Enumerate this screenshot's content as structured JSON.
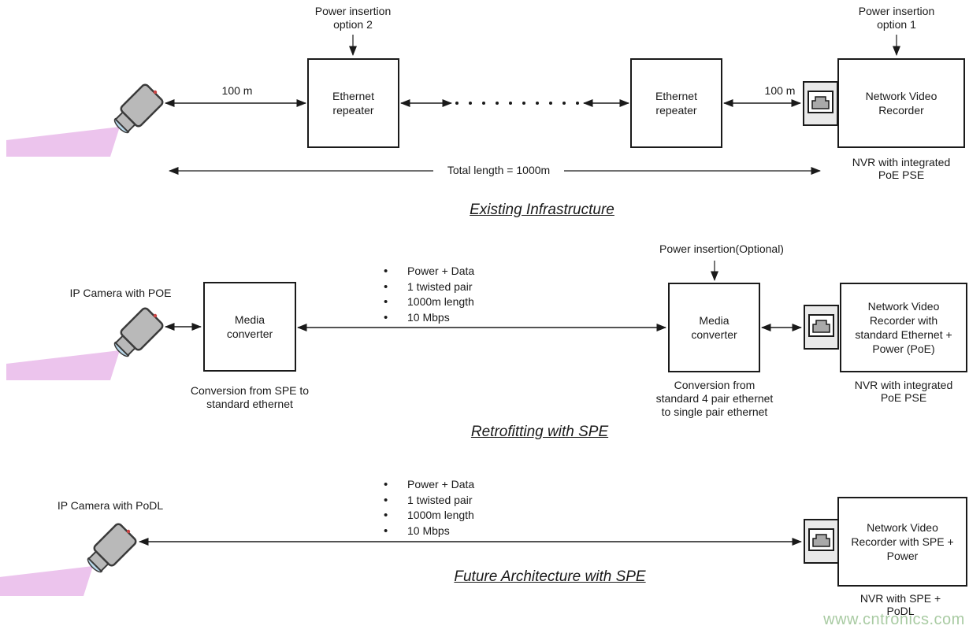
{
  "colors": {
    "line": "#1a1a1a",
    "camera_body": "#b9b9b9",
    "camera_beam": "#ecc4ed",
    "camera_lens": "#b8d8ea",
    "rj45_plug": "#a9a9a9",
    "watermark_green": "#a9cba3"
  },
  "existing": {
    "title": "Existing Infrastructure",
    "power_option_2": "Power insertion\noption 2",
    "power_option_1": "Power insertion\noption 1",
    "distance_camera_repeater": "100 m",
    "distance_repeater_nvr": "100 m",
    "repeater1_label": "Ethernet\nrepeater",
    "repeater2_label": "Ethernet\nrepeater",
    "nvr_label": "Network Video\nRecorder",
    "nvr_caption": "NVR with integrated\nPoE PSE",
    "total_length": "Total length = 1000m"
  },
  "retrofit": {
    "title": "Retrofitting with SPE",
    "camera_label": "IP Camera with POE",
    "mc1_label": "Media\nconverter",
    "mc1_caption": "Conversion from SPE to\nstandard ethernet",
    "power_optional": "Power insertion(Optional)",
    "mc2_label": "Media\nconverter",
    "mc2_caption": "Conversion from\nstandard 4 pair ethernet\nto single pair ethernet",
    "nvr_label": "Network Video\nRecorder with\nstandard Ethernet +\nPower (PoE)",
    "nvr_caption": "NVR with integrated\nPoE PSE",
    "specs": [
      "Power + Data",
      "1 twisted pair",
      "1000m length",
      "10 Mbps"
    ]
  },
  "future": {
    "title": "Future Architecture with SPE",
    "camera_label": "IP Camera with PoDL",
    "nvr_label": "Network Video\nRecorder with SPE +\nPower",
    "nvr_caption": "NVR with SPE +\nPoDL",
    "specs": [
      "Power + Data",
      "1 twisted pair",
      "1000m length",
      "10 Mbps"
    ]
  },
  "watermark": "www.cntronics.com"
}
